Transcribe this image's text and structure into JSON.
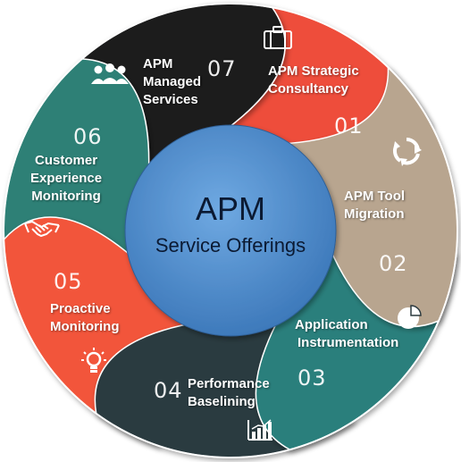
{
  "center": {
    "title": "APM",
    "subtitle": "Service Offerings",
    "color": "#4f8fd0"
  },
  "segments": [
    {
      "number": "01",
      "title_lines": [
        "APM Strategic",
        "Consultancy"
      ],
      "color": "#b8a58f",
      "icon": "briefcase-icon"
    },
    {
      "number": "02",
      "title_lines": [
        "APM Tool",
        "Migration"
      ],
      "color": "#2c7f7b",
      "icon": "refresh-cycle-icon"
    },
    {
      "number": "03",
      "title_lines": [
        "Application",
        "Instrumentation"
      ],
      "color": "#2c3a3f",
      "icon": "pie-chart-icon"
    },
    {
      "number": "04",
      "title_lines": [
        "Performance",
        "Baselining"
      ],
      "color": "#f2543a",
      "icon": "bar-chart-icon"
    },
    {
      "number": "05",
      "title_lines": [
        "Proactive",
        "Monitoring"
      ],
      "color": "#2f8076",
      "icon": "light-bulb-icon"
    },
    {
      "number": "06",
      "title_lines": [
        "Customer",
        "Experience",
        "Monitoring"
      ],
      "color": "#1b1b1f",
      "icon": "handshake-icon"
    },
    {
      "number": "07",
      "title_lines": [
        "APM",
        "Managed",
        "Services"
      ],
      "color": "#ee4d3a",
      "icon": "team-icon"
    }
  ]
}
